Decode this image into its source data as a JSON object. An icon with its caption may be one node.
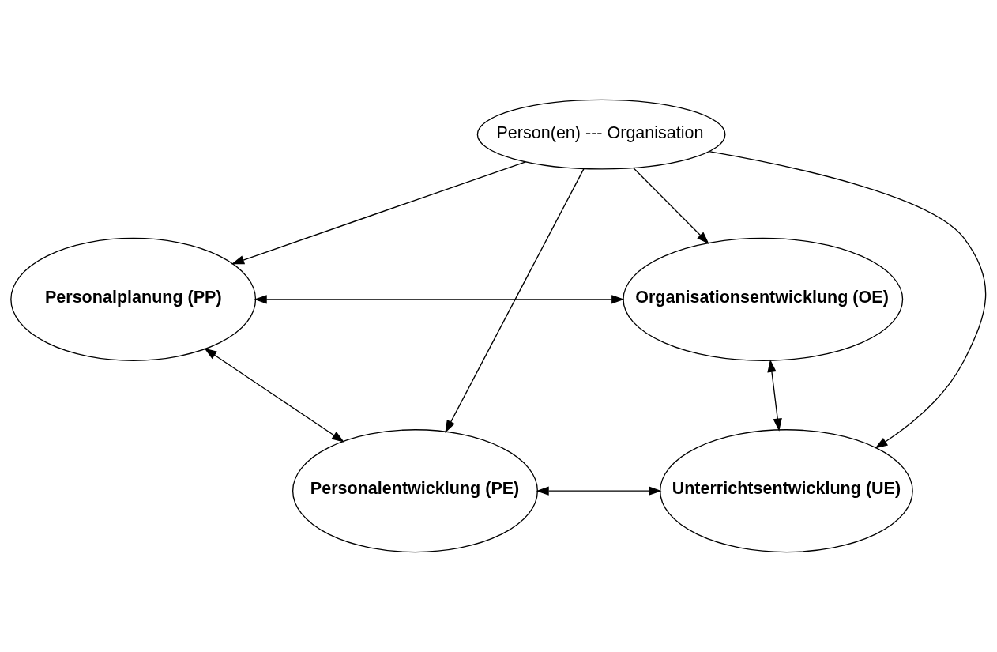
{
  "diagram": {
    "nodes": [
      {
        "text": [
          "Personalplanung (PP)"
        ]
      },
      {
        "text": [
          "Organisationsentwicklung (OE)"
        ]
      },
      {
        "text": [
          "Person(en) --- Organisation"
        ]
      },
      {
        "text": [
          "Personalentwicklung (PE)"
        ]
      },
      {
        "text": [
          "Unterrichtsentwicklung (UE)"
        ]
      }
    ],
    "edges": [
      {
        "from": 0,
        "to": 1,
        "arrow": "both"
      },
      {
        "from": 2,
        "to": 0,
        "arrow": "to"
      },
      {
        "from": 2,
        "to": 1,
        "arrow": "to"
      },
      {
        "from": 0,
        "to": 3,
        "arrow": "both"
      },
      {
        "from": 1,
        "to": 4,
        "arrow": "both"
      },
      {
        "from": 2,
        "to": 3,
        "arrow": "to"
      },
      {
        "from": 2,
        "to": 4,
        "arrow": "to"
      },
      {
        "from": 3,
        "to": 4,
        "arrow": "both"
      }
    ]
  }
}
